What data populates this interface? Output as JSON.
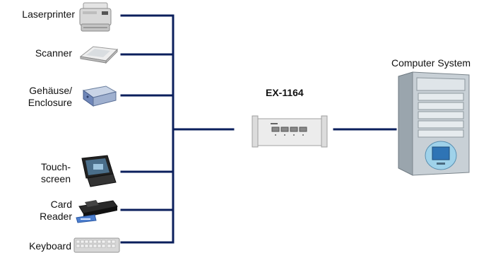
{
  "diagram": {
    "title": "EX-1164",
    "computer_label": "Computer System",
    "devices": [
      {
        "id": "laserprinter",
        "label": "Laserprinter"
      },
      {
        "id": "scanner",
        "label": "Scanner"
      },
      {
        "id": "enclosure",
        "label_line1": "Gehäuse/",
        "label_line2": "Enclosure"
      },
      {
        "id": "touchscreen",
        "label_line1": "Touch-",
        "label_line2": "screen"
      },
      {
        "id": "cardreader",
        "label_line1": "Card",
        "label_line2": "Reader"
      },
      {
        "id": "keyboard",
        "label": "Keyboard"
      }
    ],
    "colors": {
      "wire": "#0b1f5c"
    }
  }
}
